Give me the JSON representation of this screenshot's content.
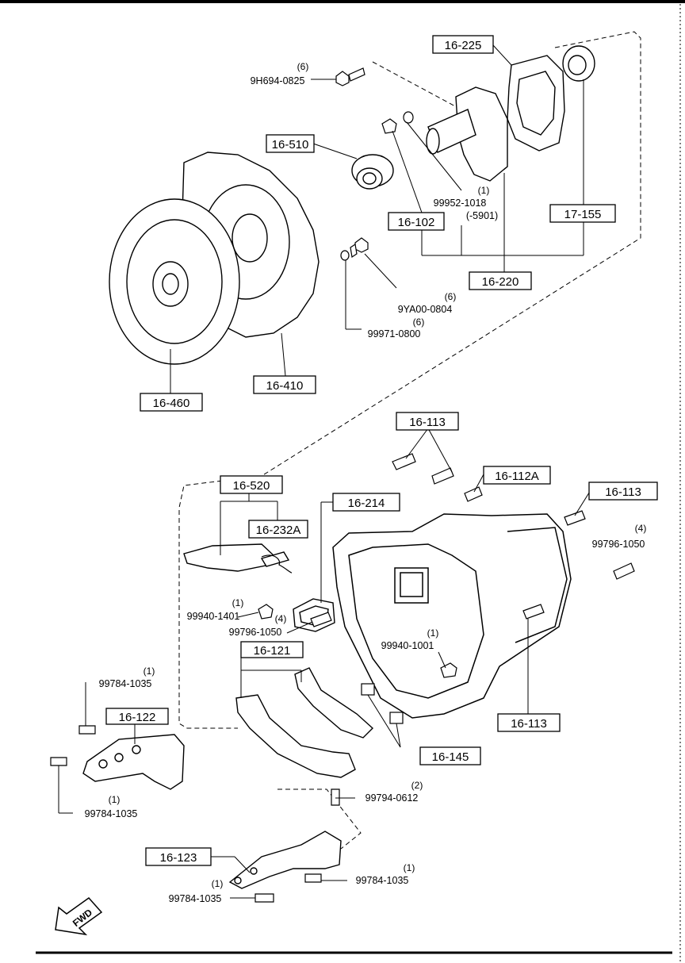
{
  "boxes": {
    "b16_225": "16-225",
    "b16_510": "16-510",
    "b16_102": "16-102",
    "b17_155": "17-155",
    "b16_220": "16-220",
    "b16_410": "16-410",
    "b16_460": "16-460",
    "b16_113a": "16-113",
    "b16_112a": "16-112A",
    "b16_113b": "16-113",
    "b16_520": "16-520",
    "b16_232a": "16-232A",
    "b16_214": "16-214",
    "b16_121": "16-121",
    "b16_122": "16-122",
    "b16_113c": "16-113",
    "b16_145": "16-145",
    "b16_123": "16-123"
  },
  "parts": {
    "p9h694": {
      "qty": "(6)",
      "num": "9H694-0825"
    },
    "p99952": {
      "qty": "(1)",
      "num": "99952-1018",
      "note": "(-5901)"
    },
    "p9ya00": {
      "qty": "(6)",
      "num": "9YA00-0804"
    },
    "p99971": {
      "qty": "(6)",
      "num": "99971-0800"
    },
    "p99796a": {
      "qty": "(4)",
      "num": "99796-1050"
    },
    "p99940a": {
      "qty": "(1)",
      "num": "99940-1401"
    },
    "p99796b": {
      "qty": "(4)",
      "num": "99796-1050"
    },
    "p99940b": {
      "qty": "(1)",
      "num": "99940-1001"
    },
    "p99784a": {
      "qty": "(1)",
      "num": "99784-1035"
    },
    "p99784b": {
      "qty": "(1)",
      "num": "99784-1035"
    },
    "p99794": {
      "qty": "(2)",
      "num": "99794-0612"
    },
    "p99784c": {
      "qty": "(1)",
      "num": "99784-1035"
    },
    "p99784d": {
      "qty": "(1)",
      "num": "99784-1035"
    }
  },
  "fwd_label": "FWD"
}
